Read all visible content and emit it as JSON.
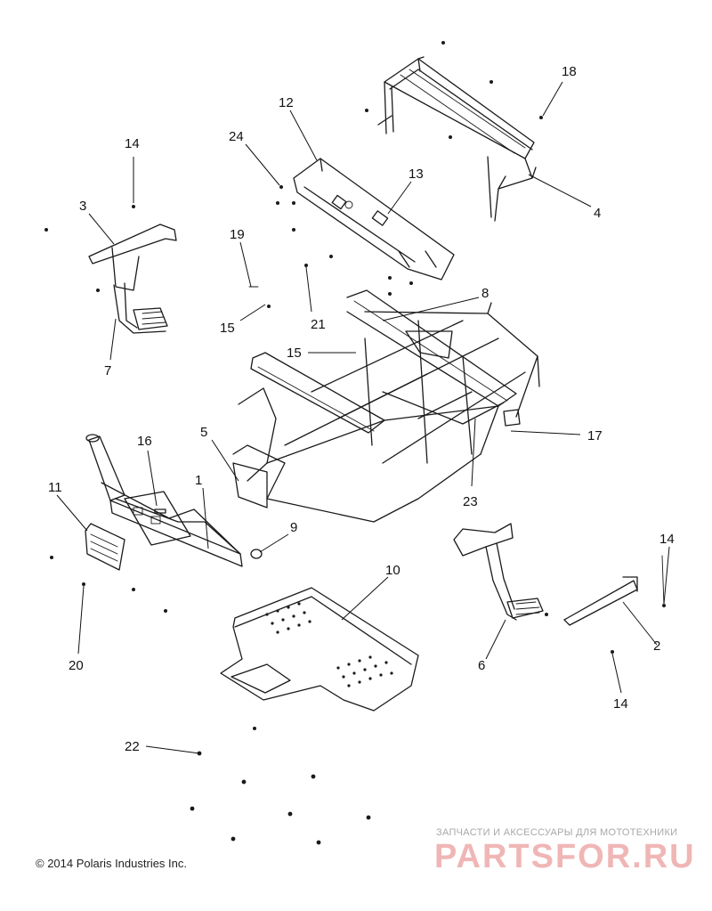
{
  "callouts": [
    "1",
    "2",
    "3",
    "4",
    "5",
    "6",
    "7",
    "8",
    "9",
    "10",
    "11",
    "12",
    "13",
    "14",
    "15",
    "16",
    "17",
    "18",
    "19",
    "20",
    "21",
    "22",
    "23",
    "24"
  ],
  "copyright": "© 2014 Polaris Industries Inc.",
  "watermark": {
    "tagline": "ЗАПЧАСТИ И АКСЕССУАРЫ ДЛЯ МОТОТЕХНИКИ",
    "logo": "PARTSFOR.RU"
  }
}
